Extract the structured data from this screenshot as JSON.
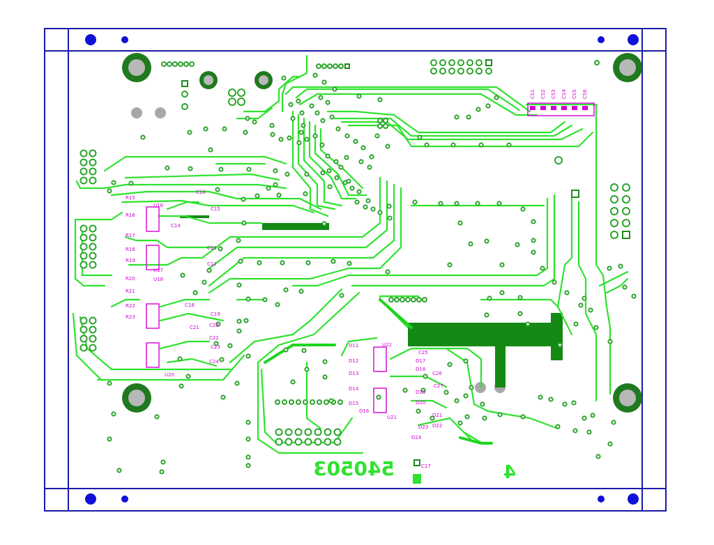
{
  "board": {
    "marking_text": "540503",
    "layer_number": "4"
  },
  "components": {
    "labels": [
      "U16",
      "U18",
      "U20",
      "U17",
      "U21",
      "U22",
      "C16",
      "C15",
      "C14",
      "C13",
      "C12",
      "R15",
      "R16",
      "R17",
      "R18",
      "R19",
      "R20",
      "R21",
      "R22",
      "R23",
      "C18",
      "C19",
      "C20",
      "C21",
      "C22",
      "C23",
      "C24",
      "C25",
      "C26",
      "C27",
      "D11",
      "D12",
      "D13",
      "D14",
      "D15",
      "D16",
      "D17",
      "D18",
      "D19",
      "D20",
      "D21",
      "D22",
      "D23",
      "D24",
      "C17"
    ],
    "top_right_labels": [
      "CS1",
      "CS2",
      "CS3",
      "CS4",
      "CS5",
      "CS6"
    ]
  },
  "colors": {
    "trace": "#2ee22e",
    "copper_fill": "#148a14",
    "board_outline": "#1a1aa8",
    "silkscreen": "#d400d4",
    "mount_hole": "#1f7a1f",
    "fiducial": "#1010d8"
  }
}
